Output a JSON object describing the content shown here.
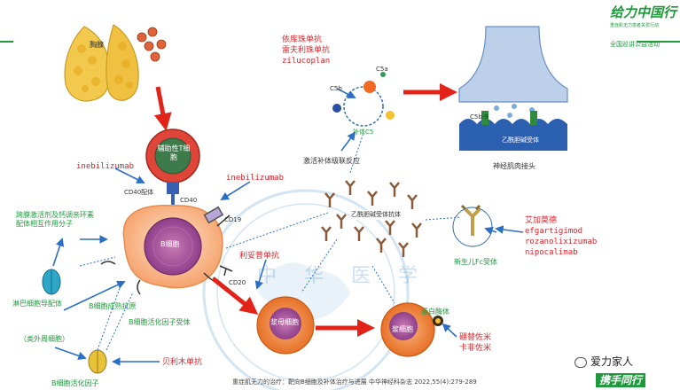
{
  "drug_labels": {
    "inebilizumab": "inebilizumab",
    "inebilizumab_side": "inebilizumab",
    "rituximab": "利妥昔单抗",
    "belimumab": "贝利木单抗",
    "eculizumab": "依库珠单抗",
    "ravulizumab": "雷夫利珠单抗",
    "zilucoplan": "zilucoplan",
    "efgartigimod_zh": "艾加莫德",
    "efgartigimod": "efgartigimod",
    "rozanolixizumab": "rozanolixizumab",
    "nipocalimab": "nipocalimab",
    "bortezomib": "硼替佐米",
    "carfilzomib": "卡非佐米"
  },
  "bio_labels": {
    "thymus": "胸腺",
    "t_cell": "辅助性T细胞",
    "b_cell": "B细胞",
    "plasmablast": "浆母细胞",
    "plasma_cell": "浆细胞",
    "costim_targets": "跨膜激活剂及钙调亲环素配体相互作用分子",
    "thymus_target": "淋巴细胞导配体",
    "thymus_target_sub": "（类外周细胞）",
    "baff": "B细胞活化因子",
    "baff_receptor": "B细胞活化因子受体",
    "baff_receptor2": "B细胞成熟抗原",
    "proteasome": "蛋白酶体",
    "complement": "激活补体级联反应",
    "complement_product": "补体C5",
    "c5a": "C5a",
    "c5b": "C5b",
    "membrane_attack": "C5b-9",
    "achr_antibodies": "乙酰胆碱受体抗体",
    "achr": "乙酰胆碱受体",
    "nmj": "神经肌肉接头",
    "fcrn": "新生儿Fc受体",
    "cd19": "CD19",
    "cd20": "CD20",
    "cd40": "CD40",
    "cd40l": "CD40配体"
  },
  "branding": {
    "logo_line1": "给力中国行",
    "logo_line2": "重症肌无力患者关爱行动",
    "logo_line3": "全国巡讲公益活动"
  },
  "watermark": {
    "text": "中 华 医 学"
  },
  "caption": "重症肌无力的治疗：靶向B细胞及补体治疗与进展 中华神经科杂志 2022,55(4):279-289",
  "wechat_badge": "爱力家人",
  "corner_logo": "携手同行",
  "colors": {
    "arrow_red": "#e2231a",
    "arrow_blue": "#2a6fc4",
    "drug_red": "#d8242b",
    "bio_green": "#1e9a3c"
  }
}
